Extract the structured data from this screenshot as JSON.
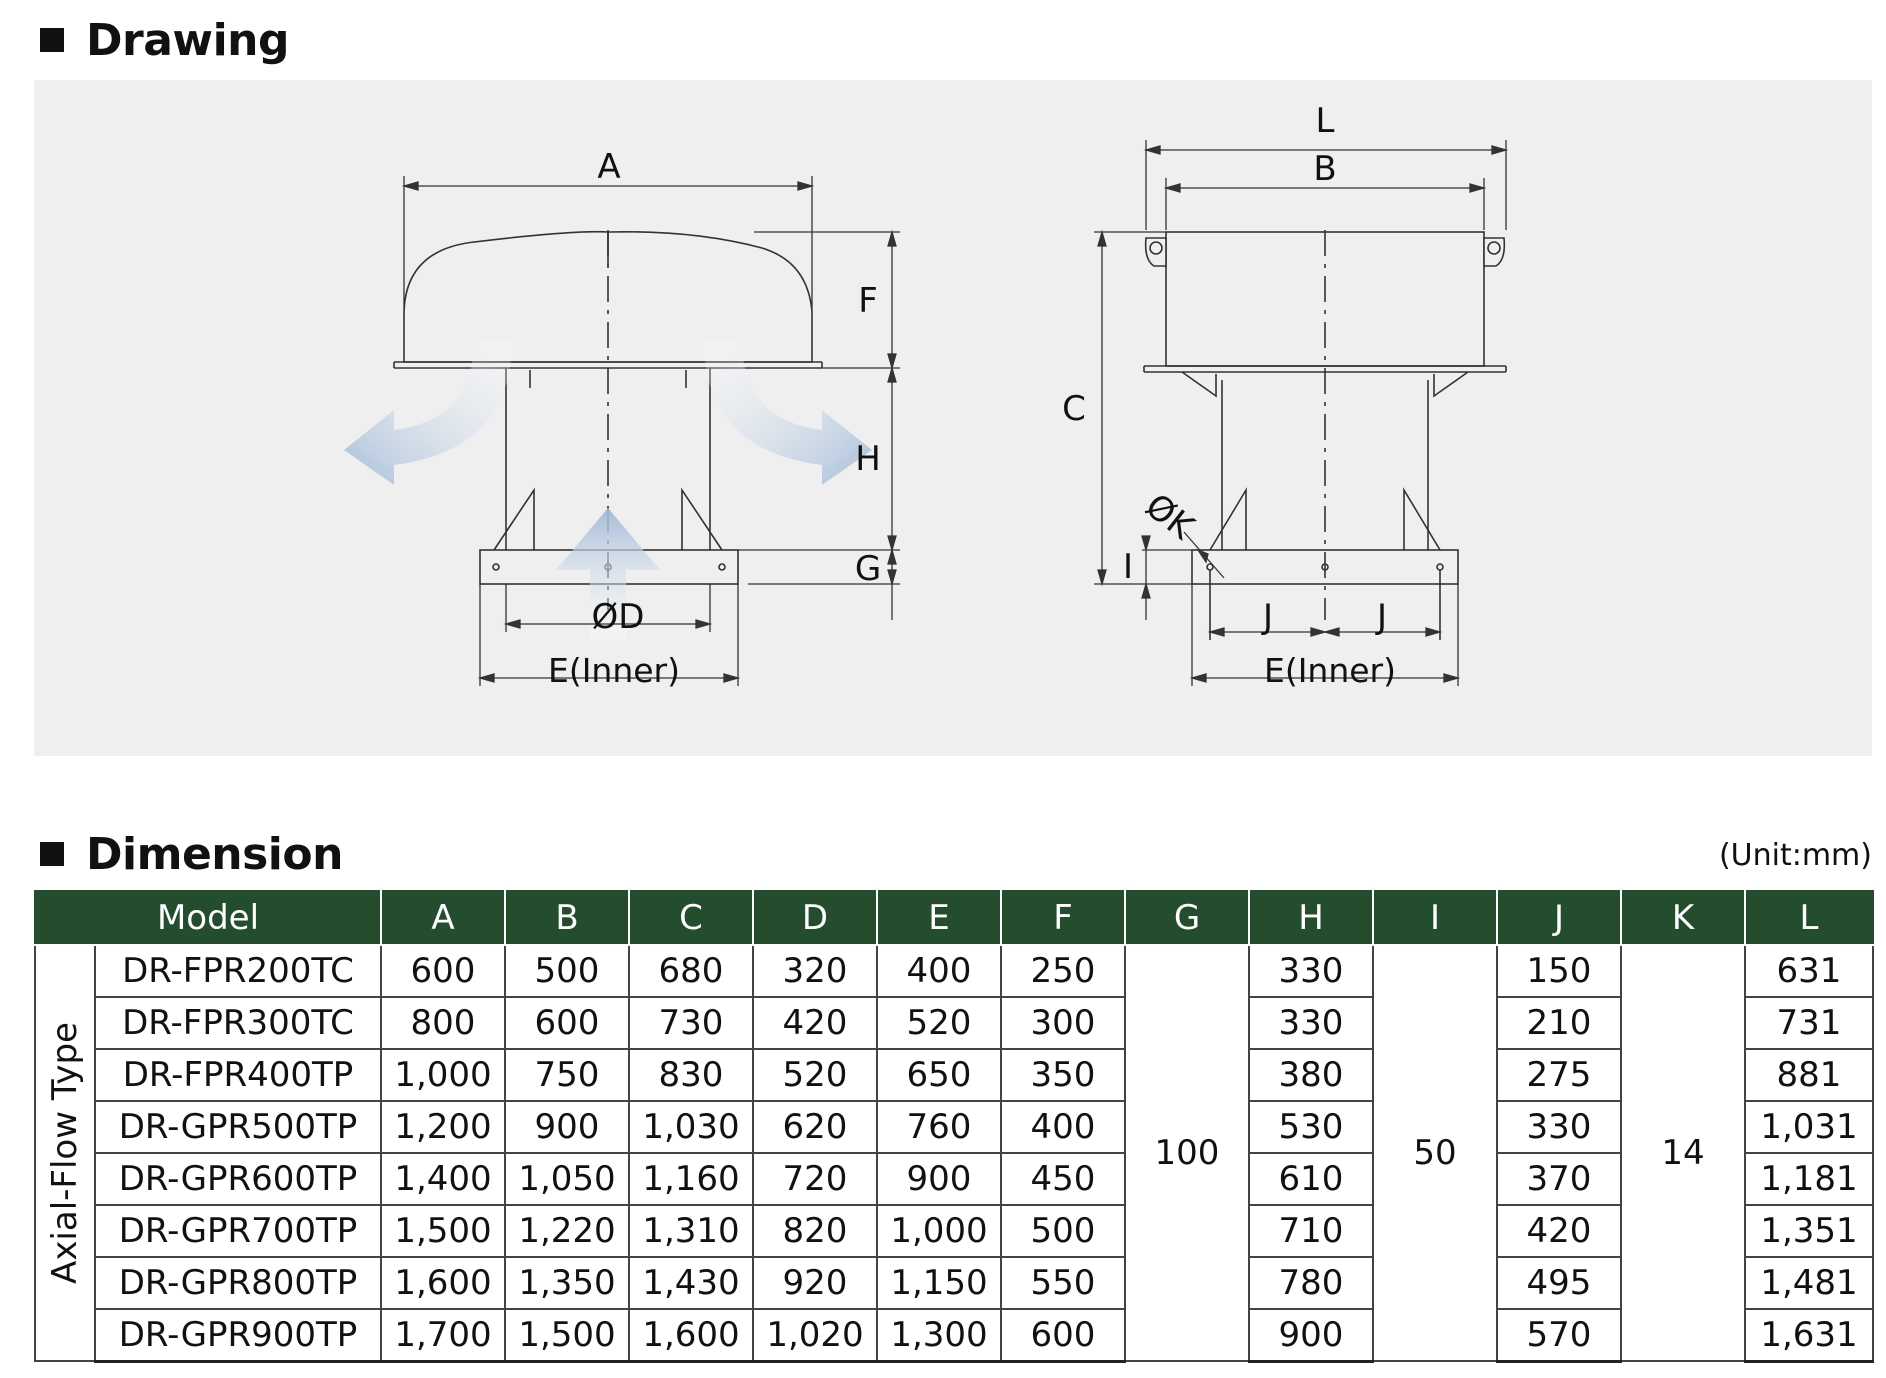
{
  "drawing_section": {
    "title": "Drawing"
  },
  "drawing_labels": {
    "A": "A",
    "F": "F",
    "H": "H",
    "G": "G",
    "D": "ØD",
    "E_left": "E(Inner)",
    "L": "L",
    "B": "B",
    "C": "C",
    "K": "ØK",
    "I": "I",
    "J1": "J",
    "J2": "J",
    "E_right": "E(Inner)"
  },
  "dimension_section": {
    "title": "Dimension",
    "unit": "(Unit:mm)"
  },
  "table": {
    "headers": [
      "Model",
      "A",
      "B",
      "C",
      "D",
      "E",
      "F",
      "G",
      "H",
      "I",
      "J",
      "K",
      "L"
    ],
    "type_label": "Axial-Flow Type",
    "shared": {
      "G": "100",
      "I": "50",
      "K": "14"
    },
    "rows": [
      {
        "model": "DR-FPR200TC",
        "A": "600",
        "B": "500",
        "C": "680",
        "D": "320",
        "E": "400",
        "F": "250",
        "H": "330",
        "J": "150",
        "L": "631"
      },
      {
        "model": "DR-FPR300TC",
        "A": "800",
        "B": "600",
        "C": "730",
        "D": "420",
        "E": "520",
        "F": "300",
        "H": "330",
        "J": "210",
        "L": "731"
      },
      {
        "model": "DR-FPR400TP",
        "A": "1,000",
        "B": "750",
        "C": "830",
        "D": "520",
        "E": "650",
        "F": "350",
        "H": "380",
        "J": "275",
        "L": "881"
      },
      {
        "model": "DR-GPR500TP",
        "A": "1,200",
        "B": "900",
        "C": "1,030",
        "D": "620",
        "E": "760",
        "F": "400",
        "H": "530",
        "J": "330",
        "L": "1,031"
      },
      {
        "model": "DR-GPR600TP",
        "A": "1,400",
        "B": "1,050",
        "C": "1,160",
        "D": "720",
        "E": "900",
        "F": "450",
        "H": "610",
        "J": "370",
        "L": "1,181"
      },
      {
        "model": "DR-GPR700TP",
        "A": "1,500",
        "B": "1,220",
        "C": "1,310",
        "D": "820",
        "E": "1,000",
        "F": "500",
        "H": "710",
        "J": "420",
        "L": "1,351"
      },
      {
        "model": "DR-GPR800TP",
        "A": "1,600",
        "B": "1,350",
        "C": "1,430",
        "D": "920",
        "E": "1,150",
        "F": "550",
        "H": "780",
        "J": "495",
        "L": "1,481"
      },
      {
        "model": "DR-GPR900TP",
        "A": "1,700",
        "B": "1,500",
        "C": "1,600",
        "D": "1,020",
        "E": "1,300",
        "F": "600",
        "H": "900",
        "J": "570",
        "L": "1,631"
      }
    ]
  }
}
